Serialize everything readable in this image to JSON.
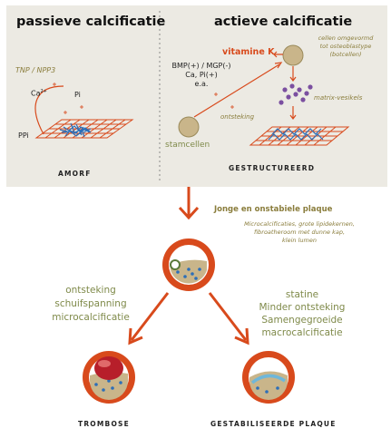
{
  "left_panel": {
    "title": "passieve calcificatie",
    "enzyme": "TNP / NPP3",
    "ca": "Ca",
    "ca_sup": "2+",
    "pi": "Pi",
    "ppi": "PPi",
    "label": "AMORF"
  },
  "right_panel": {
    "title": "actieve calcificatie",
    "vitamin_k": "vitamine K",
    "factors": [
      "BMP(+) / MGP(-)",
      "Ca, Pi(+)",
      "e.a."
    ],
    "osteoblast_note": [
      "cellen omgevormd",
      "tot osteoblastype",
      "(botcellen)"
    ],
    "matrix_vesicles": "matrix-vesikels",
    "inflammation": "ontsteking",
    "stem_cells": "stamcellen",
    "label": "GESTRUCTUREERD"
  },
  "center": {
    "plaque_title": "Jonge en onstabiele plaque",
    "plaque_desc": [
      "Microcalcificaties, grote lipidekernen,",
      "fibroatheroom met dunne kap,",
      "klein lumen"
    ]
  },
  "left_branch": [
    "ontsteking",
    "schuifspanning",
    "microcalcificatie"
  ],
  "right_branch": [
    "statine",
    "Minder ontsteking",
    "Samengegroeide",
    "macrocalcificatie"
  ],
  "outcomes": {
    "left": "TROMBOSE",
    "right": "GESTABILISEERDE PLAQUE"
  },
  "colors": {
    "panel": "#eceae3",
    "accent": "#d84a1c",
    "olive": "#8a7d3c",
    "sage": "#7f8a4a",
    "cell": "#c9b58a",
    "vesicle": "#7b4fa0",
    "crystal": "#2d6fb8"
  }
}
